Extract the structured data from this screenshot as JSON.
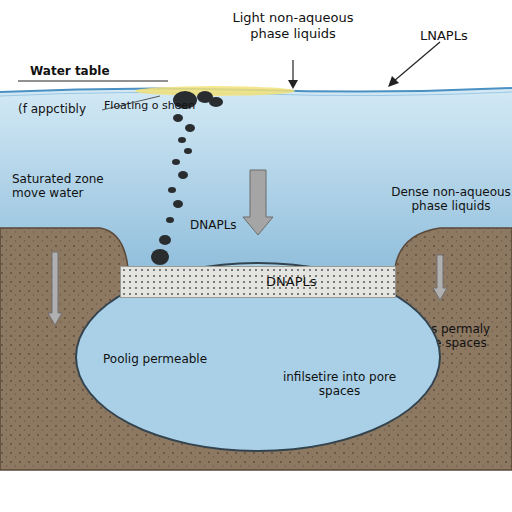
{
  "diagram": {
    "nodes": [
      {
        "text": [
          "DNAPLs"
        ]
      },
      {
        "text": [
          "Poolig permeable",
          "infilsetire into pore spaces"
        ]
      }
    ],
    "labels": [
      "Water table",
      "(f appctibly",
      "Floating o sheen",
      "Light non-aqueous phase liquids",
      "LNAPLs",
      "Saturated zone move water",
      "DNAPLs",
      "Dense non-aqueous phase liquids",
      "Less permaly pore spaces"
    ]
  }
}
